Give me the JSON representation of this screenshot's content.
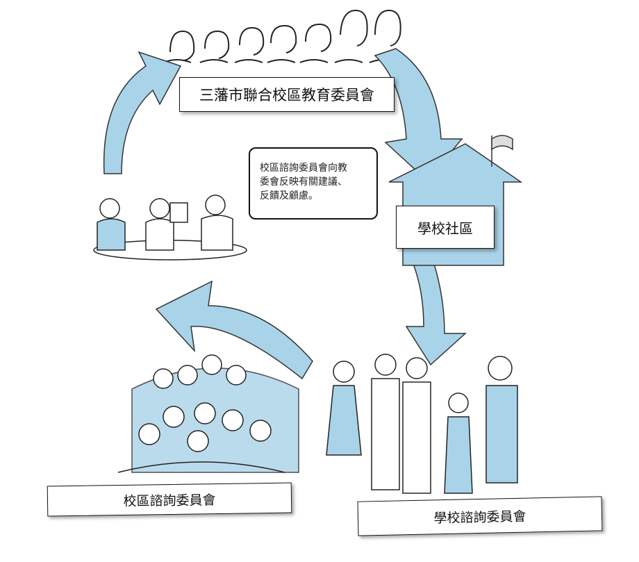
{
  "labels": {
    "board": "三藩市聯合校區教育委員會",
    "school_community": "學校社區",
    "district_committee": "校區諮詢委員會",
    "school_committee": "學校諮詢委員會"
  },
  "bubble": {
    "lines": [
      "校區諮詢委員會向教",
      "委會反映有關建議、",
      "反饋及顧慮。"
    ]
  },
  "colors": {
    "arrow": "#a9d3e8",
    "figure": "#a9d3e8"
  }
}
